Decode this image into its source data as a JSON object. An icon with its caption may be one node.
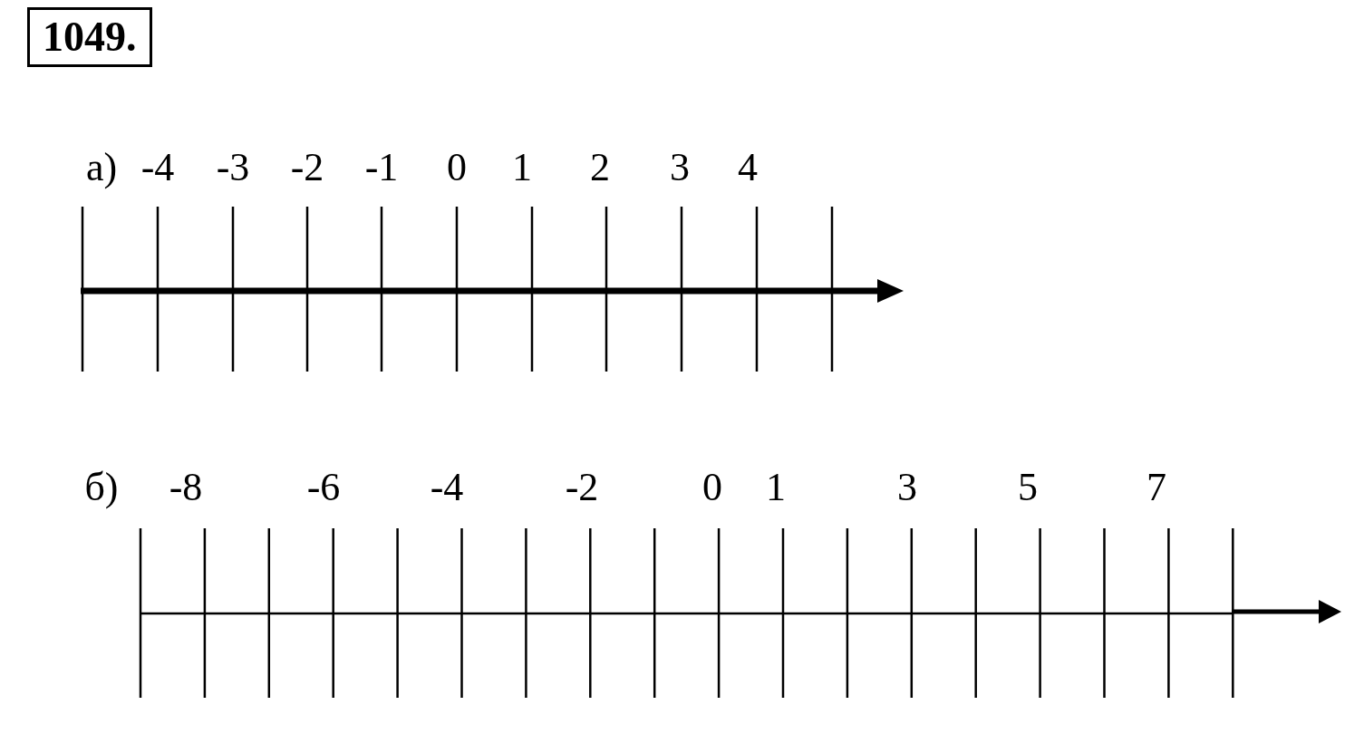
{
  "diagram": {
    "title": "1049.",
    "labels": [
      "а)",
      "-4",
      "-3",
      "-2",
      "-1",
      "0",
      "1",
      "2",
      "3",
      "4",
      "б)",
      "-8",
      "-6",
      "-4",
      "-2",
      "0",
      "1",
      "3",
      "5",
      "7"
    ]
  }
}
